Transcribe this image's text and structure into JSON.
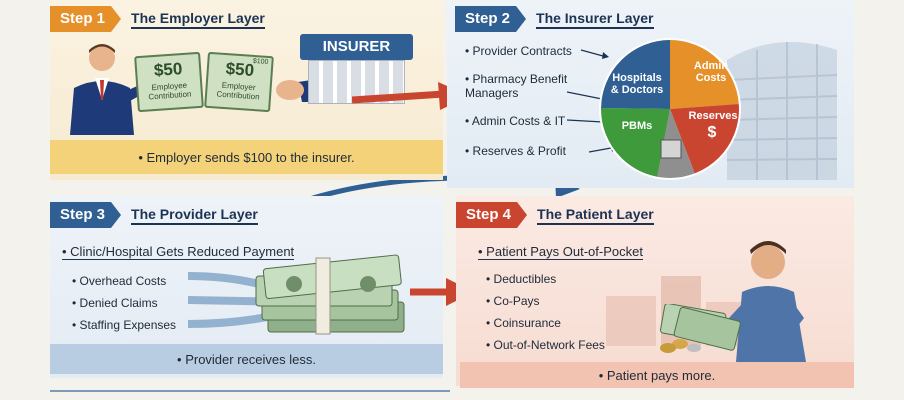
{
  "step1": {
    "badge": "Step 1",
    "title": "The Employer Layer",
    "bill_left_amount": "$50",
    "bill_right_amount": "$50",
    "bill_caption": "Employee\nContribution",
    "bill_caption_right": "Employer\nContribution",
    "bill_corner": "$100",
    "insurer_sign": "INSURER",
    "summary": "Employer sends $100 to the insurer."
  },
  "step2": {
    "badge": "Step 2",
    "title": "The Insurer Layer",
    "items": [
      "Provider Contracts",
      "Pharmacy Benefit\nManagers",
      "Admin Costs & IT",
      "Reserves & Profit"
    ],
    "pie": {
      "hospitals": "Hospitals\n& Doctors",
      "admin": "Admin\nCosts",
      "reserves": "Reserves",
      "reserves_symbol": "$",
      "pbms": "PBMs"
    }
  },
  "step3": {
    "badge": "Step 3",
    "title": "The Provider Layer",
    "heading": "Clinic/Hospital Gets Reduced Payment",
    "items": [
      "Overhead Costs",
      "Denied Claims",
      "Staffing Expenses"
    ],
    "summary": "Provider receives  less."
  },
  "step4": {
    "badge": "Step 4",
    "title": "The Patient Layer",
    "heading": "Patient Pays Out-of-Pocket",
    "items": [
      "Deductibles",
      "Co-Pays",
      "Coinsurance",
      "Out-of-Network Fees"
    ],
    "summary": "Patient pays more."
  },
  "colors": {
    "orange": "#e6902a",
    "blue": "#2f5f93",
    "red": "#c9452f",
    "green": "#3f9a3c",
    "gray": "#8f8f8f"
  }
}
